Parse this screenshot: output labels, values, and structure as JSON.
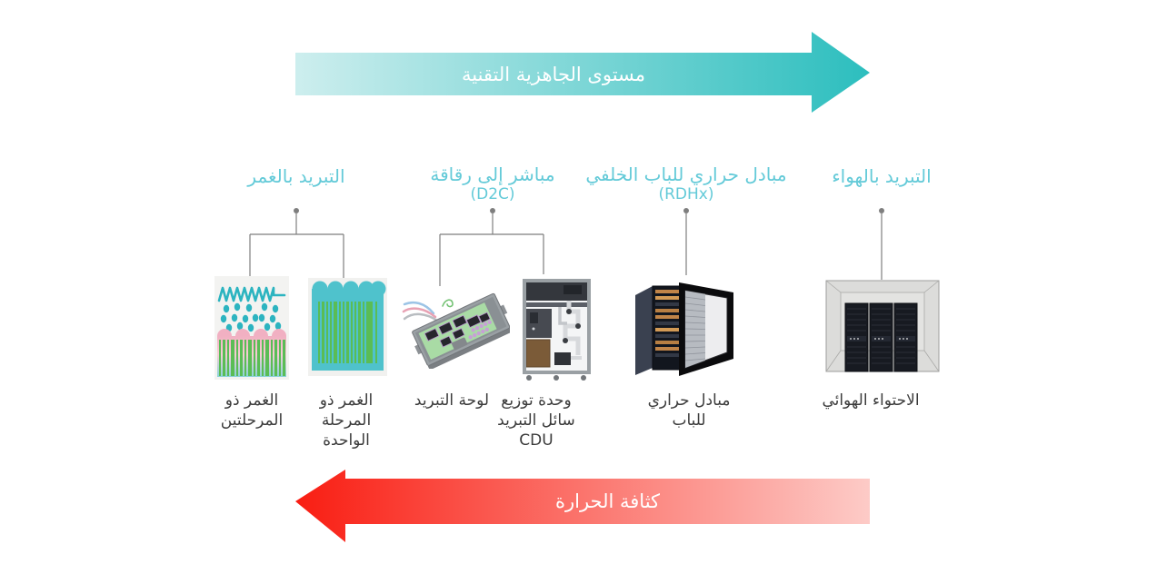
{
  "axes": {
    "top": {
      "label": "مستوى الجاهزية التقنية",
      "direction": "right",
      "gradient_start": "#cdeeee",
      "gradient_end": "#2cbebe"
    },
    "bottom": {
      "label": "كثافة الحرارة",
      "direction": "left",
      "gradient_start": "#f91d12",
      "gradient_end": "#fdcbc7"
    }
  },
  "categories": [
    {
      "label": "التبريد بالغمر"
    },
    {
      "label": "مباشر إلى رقاقة",
      "sublabel": "(D2C)"
    },
    {
      "label": "مبادل حراري للباب الخلفي",
      "sublabel": "(RDHx)"
    },
    {
      "label": "التبريد بالهواء"
    }
  ],
  "items": [
    {
      "icon": "two-phase-immersion-tank-icon",
      "lines": [
        "الغمر ذو",
        "المرحلتين"
      ]
    },
    {
      "icon": "single-phase-immersion-tank-icon",
      "lines": [
        "الغمر ذو",
        "المرحلة",
        "الواحدة"
      ]
    },
    {
      "icon": "cold-plate-tray-icon",
      "lines": [
        "لوحة التبريد"
      ]
    },
    {
      "icon": "coolant-distribution-unit-icon",
      "lines": [
        "وحدة توزيع",
        "سائل التبريد",
        "CDU"
      ]
    },
    {
      "icon": "rear-door-heat-exchanger-icon",
      "lines": [
        "مبادل حراري",
        "للباب"
      ]
    },
    {
      "icon": "air-containment-icon",
      "lines": [
        "الاحتواء الهوائي"
      ]
    }
  ],
  "palette": {
    "category_text": "#63cad8",
    "connector": "#7e7e7e",
    "item_text": "#3b3b3b",
    "arrow_text": "#ffffff"
  }
}
